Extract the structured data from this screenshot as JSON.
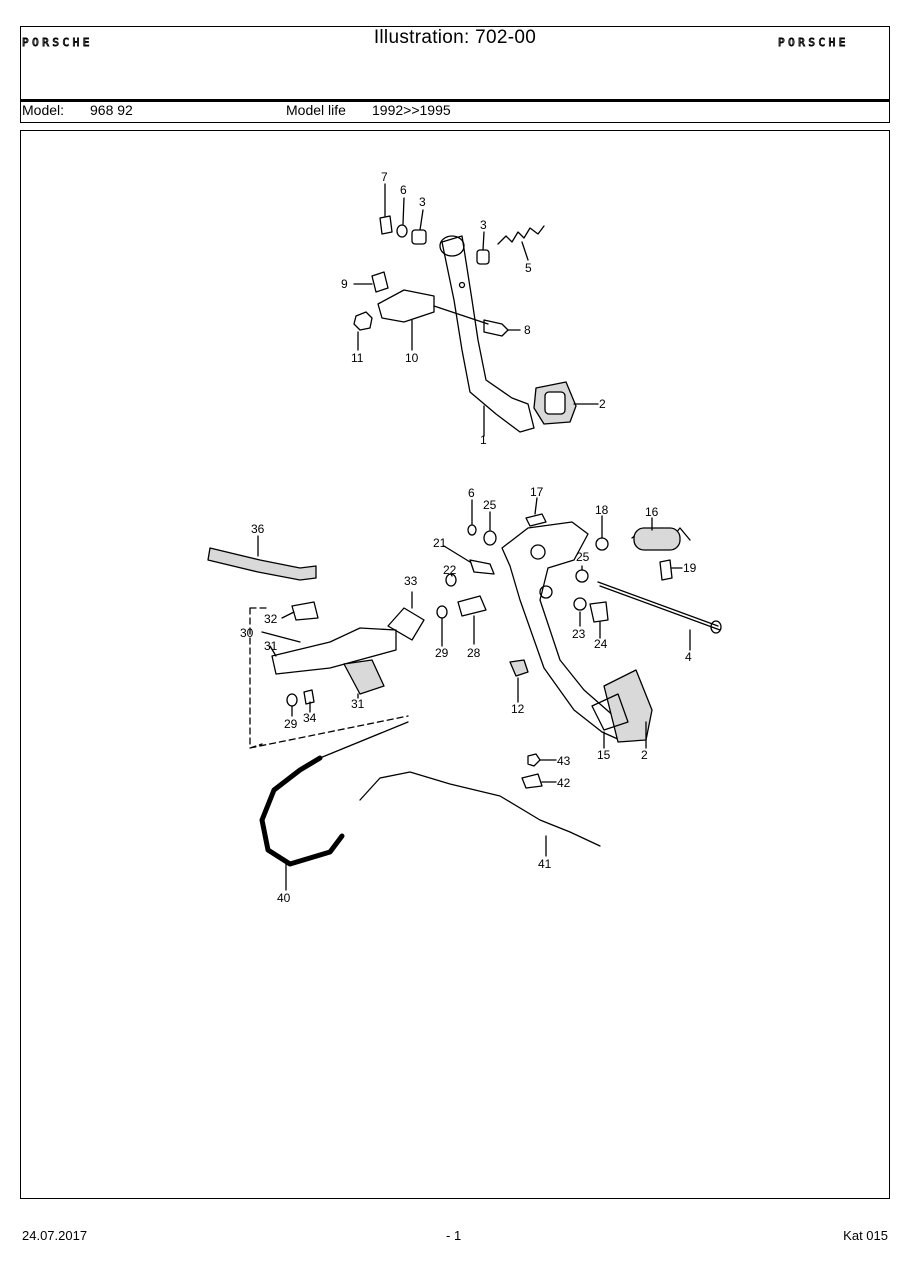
{
  "header": {
    "brand_left": "PORSCHE",
    "brand_right": "PORSCHE",
    "title": "Illustration: 702-00"
  },
  "meta": {
    "model_label": "Model:",
    "model_value": "968 92",
    "life_label": "Model life",
    "life_value": "1992>>1995"
  },
  "callouts": {
    "c1": "1",
    "c2": "2",
    "c3a": "3",
    "c3b": "3",
    "c5": "5",
    "c6a": "6",
    "c7": "7",
    "c8": "8",
    "c9": "9",
    "c10": "10",
    "c11": "11",
    "c2b": "2",
    "c4": "4",
    "c6b": "6",
    "c12": "12",
    "c15": "15",
    "c16": "16",
    "c17": "17",
    "c18": "18",
    "c19": "19",
    "c21": "21",
    "c22": "22",
    "c23": "23",
    "c24": "24",
    "c25a": "25",
    "c25b": "25",
    "c28": "28",
    "c29a": "29",
    "c29b": "29",
    "c30": "30",
    "c31a": "31",
    "c31b": "31",
    "c32": "32",
    "c33": "33",
    "c34": "34",
    "c36": "36",
    "c40": "40",
    "c41": "41",
    "c42": "42",
    "c43": "43"
  },
  "footer": {
    "date": "24.07.2017",
    "page": "- 1",
    "catalog": "Kat 015"
  }
}
